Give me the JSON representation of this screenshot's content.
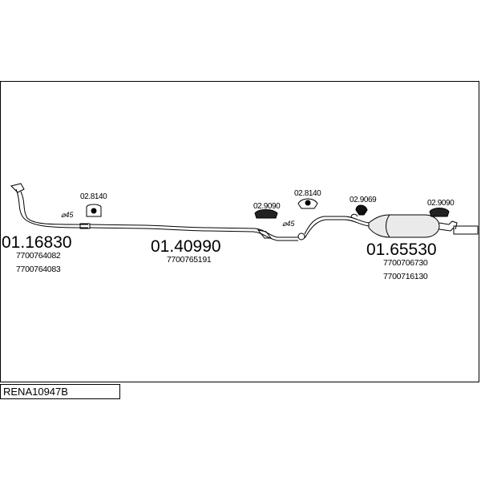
{
  "reference_code": "RENA10947B",
  "parts": [
    {
      "number": "01.16830",
      "oem": [
        "7700764082",
        "7700764083"
      ]
    },
    {
      "number": "01.40990",
      "oem": [
        "7700765191"
      ]
    },
    {
      "number": "01.65530",
      "oem": [
        "7700706730",
        "7700716130"
      ]
    }
  ],
  "accessories": [
    {
      "number": "02.8140"
    },
    {
      "number": "02.9090"
    },
    {
      "number": "02.8140"
    },
    {
      "number": "02.9069"
    },
    {
      "number": "02.9090"
    }
  ],
  "diameters": [
    "⌀45",
    "⌀45"
  ]
}
